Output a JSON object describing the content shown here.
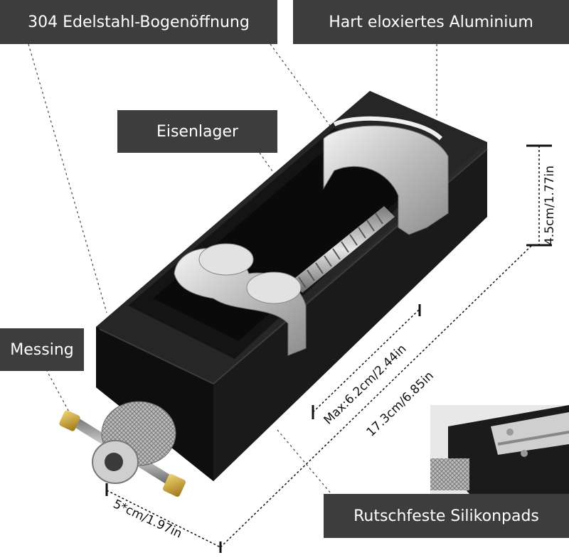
{
  "labels": {
    "bow_opening": "304 Edelstahl-Bogenöffnung",
    "anodized": "Hart eloxiertes Aluminium",
    "iron_bearing": "Eisenlager",
    "brass": "Messing",
    "silicone_pads": "Rutschfeste Silikonpads"
  },
  "dimensions": {
    "height": "4.5cm/1.77in",
    "max_opening": "Max:6.2cm/2.44in",
    "length": "17.3cm/6.85in",
    "width": "5*cm/1.97in"
  },
  "colors": {
    "label_bg": "#3d3d3d",
    "label_text": "#ffffff",
    "body": "#161616",
    "steel": "#c9c9c9",
    "brass": "#c9a233"
  }
}
